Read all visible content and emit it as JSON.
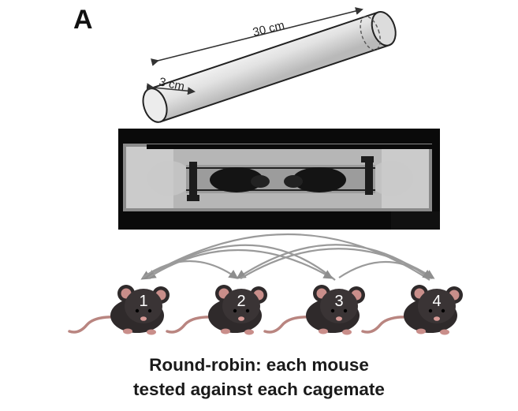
{
  "panel_label": "A",
  "tube": {
    "length_label": "30 cm",
    "diameter_label": "3 cm"
  },
  "mice": [
    {
      "label": "1"
    },
    {
      "label": "2"
    },
    {
      "label": "3"
    },
    {
      "label": "4"
    }
  ],
  "caption": {
    "line1": "Round-robin: each mouse",
    "line2": "tested against each cagemate"
  },
  "colors": {
    "mouse_body": "#2f2a2b",
    "mouse_ear": "#c98e8a",
    "arrow": "#9a9a9a",
    "tube": "#e4e4e4"
  }
}
